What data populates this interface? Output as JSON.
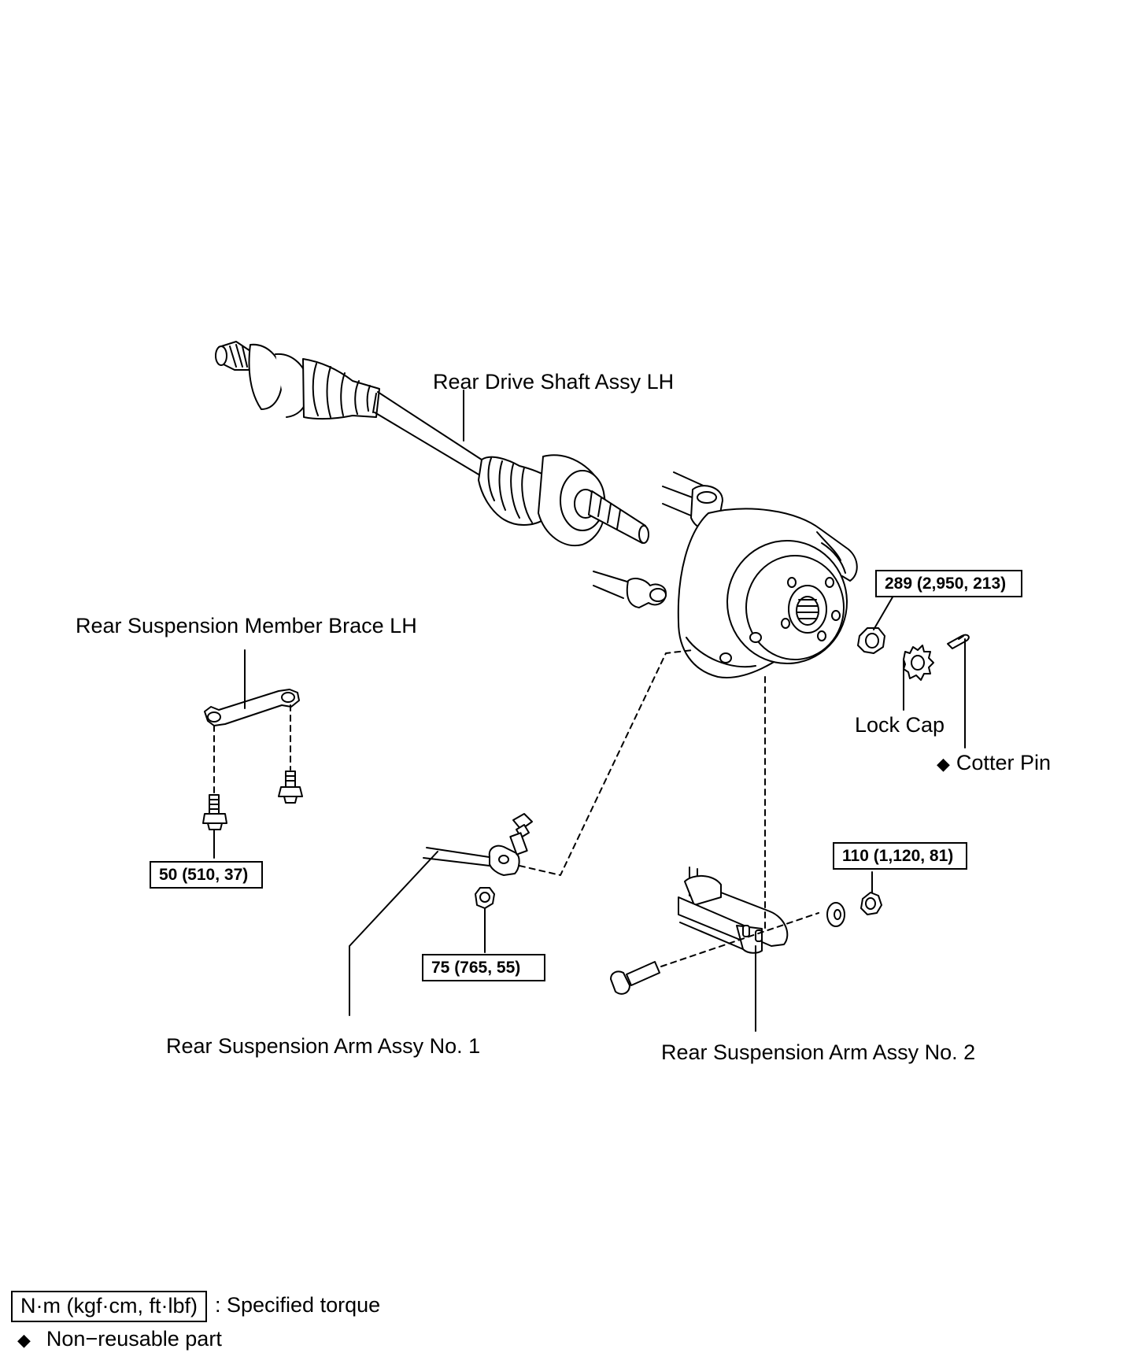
{
  "labels": {
    "drive_shaft": "Rear Drive Shaft Assy LH",
    "member_brace": "Rear Suspension Member Brace LH",
    "lock_cap": "Lock Cap",
    "cotter_pin": "Cotter Pin",
    "arm_no1": "Rear Suspension Arm Assy No. 1",
    "arm_no2": "Rear Suspension Arm Assy No. 2"
  },
  "torques": {
    "axle_nut": "289 (2,950, 213)",
    "brace_bolt": "50  (510, 37)",
    "arm1_nut": "75 (765, 55)",
    "arm2_nut": "110 (1,120, 81)"
  },
  "legend": {
    "torque_unit": "N·m (kgf·cm, ft·lbf)",
    "torque_desc": ": Specified torque",
    "nonreusable_symbol": "◆",
    "nonreusable_desc": "Non−reusable part"
  },
  "icons": [
    "diamond-icon"
  ]
}
